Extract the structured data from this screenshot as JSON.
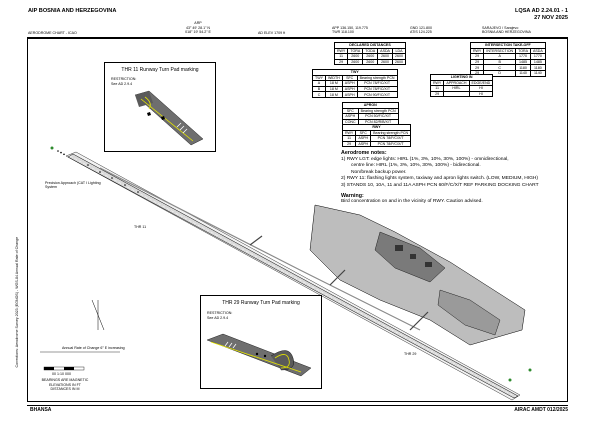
{
  "header": {
    "left": "AIP BOSNIA AND HERZEGOVINA",
    "right_line1": "LQSA AD 2.24.01 - 1",
    "right_line2": "27 NOV 2025"
  },
  "info_bar": {
    "chart_name": "AERODROME CHART - ICAO",
    "arp_label": "ARP",
    "arp_lat": "43° 49' 28.1\" N",
    "arp_lon": "018° 19' 54.2\" E",
    "elev": "AD ELEV 1709 ft",
    "app_freq": "APP 136.150, 119.775",
    "twr_freq": "TWR 118.100",
    "gnd_freq": "GND 121.800",
    "atis_freq": "ATIS 124.225",
    "location": "SARAJEVO / Sarajevo",
    "ad_name": "BOSNIA AND HERZEGOVINA"
  },
  "declared_distances": {
    "caption": "DECLARED DISTANCES",
    "headers": [
      "RWY",
      "TORA",
      "TODA",
      "ASDA",
      "LDA"
    ],
    "rows": [
      [
        "11",
        "2600",
        "2600",
        "2600",
        "2600"
      ],
      [
        "29",
        "2600",
        "2600",
        "2600",
        "2600"
      ]
    ]
  },
  "intersection_tko": {
    "caption": "INTERSECTION TAKE-OFF",
    "headers": [
      "RWY",
      "INTERSECTION",
      "TORA",
      "ASDA"
    ],
    "rows": [
      [
        "29",
        "A",
        "1770",
        "1770"
      ],
      [
        "29",
        "B",
        "1485",
        "1485"
      ],
      [
        "29",
        "C",
        "1180",
        "1180"
      ],
      [
        "29",
        "D",
        "1140",
        "1140"
      ]
    ]
  },
  "twy_table": {
    "caption": "TWY",
    "headers": [
      "TWY",
      "WIDTH",
      "SFC",
      "Bearing strength PCN"
    ],
    "rows": [
      [
        "A",
        "18 M",
        "ASPH",
        "PCN 78/F/C/X/T"
      ],
      [
        "B",
        "18 M",
        "ASPH",
        "PCN 78/F/C/X/T"
      ],
      [
        "C",
        "18 M",
        "ASPH",
        "PCN 90/F/C/X/T"
      ]
    ]
  },
  "lighting_table": {
    "caption": "LIGHTING IN",
    "headers": [
      "RWY",
      "APPROACH",
      "EDGE/END"
    ],
    "rows": [
      [
        "11",
        "HIRL",
        "HI"
      ],
      [
        "29",
        "",
        "HI"
      ]
    ]
  },
  "apron_table": {
    "caption": "APRON",
    "headers": [
      "SFC",
      "Bearing strength PCN"
    ],
    "rows": [
      [
        "ASPH",
        "PCN 50/F/C/X/T"
      ],
      [
        "CONC",
        "PCN 82/R/B/X/T"
      ]
    ]
  },
  "rwy_table": {
    "caption": "RWY",
    "headers": [
      "RWY",
      "SFC",
      "Bearing strength PCN"
    ],
    "rows": [
      [
        "11",
        "ASPH",
        "PCN 78/F/C/X/T"
      ],
      [
        "29",
        "ASPH",
        "PCN 78/F/C/X/T"
      ]
    ]
  },
  "notes": {
    "title": "Aerodrome notes:",
    "n1a": "1) RWY LGT: edge lights: HIRL (1%, 3%, 10%, 30%, 100%) - omnidirectional,",
    "n1b": "centre line: HIRL (1%, 3%, 10%, 30%, 100%) - bidirectional.",
    "n1c": "Non/break backup power.",
    "n2": "2) RWY 11: flashing lights system, taxiway and apron lights switch. (LOW, MEDIUM, HIGH)",
    "n3": "3) STANDS 10, 10A, 11 and 11A ASPH PCN 60/F/C/X/T REF PARKING DOCKING CHART",
    "warning_title": "Warning:",
    "warning_text": "Bird concentration on and in the vicinity of RWY. Caution advised."
  },
  "inset11": {
    "title": "THR 11 Runway Turn Pad marking",
    "restriction": "RESTRICTION:",
    "see": "See AD 2.9.4"
  },
  "inset29": {
    "title": "THR 29 Runway Turn Pad marking",
    "restriction": "RESTRICTION:",
    "see": "See AD 2.9.4"
  },
  "map_labels": {
    "papi": "Precision Approach (CAT I Lighting System",
    "thr11": "THR 11",
    "thr29": "THR 29",
    "variation": "Annual Rate of Change 6° E increasing",
    "scale": "00 1:10 000",
    "bearings_l1": "BEARINGS ARE MAGNETIC",
    "bearings_l2": "ELEVATIONS IN FT",
    "bearings_l3": "DISTANCES IN M",
    "side_text": "Corrections: Aerodrome Survey 2023 (EGNOS) - WGS-84 Annual Rate of Change"
  },
  "footer": {
    "left": "BHANSA",
    "right": "AIRAC AMDT 012/2025"
  }
}
